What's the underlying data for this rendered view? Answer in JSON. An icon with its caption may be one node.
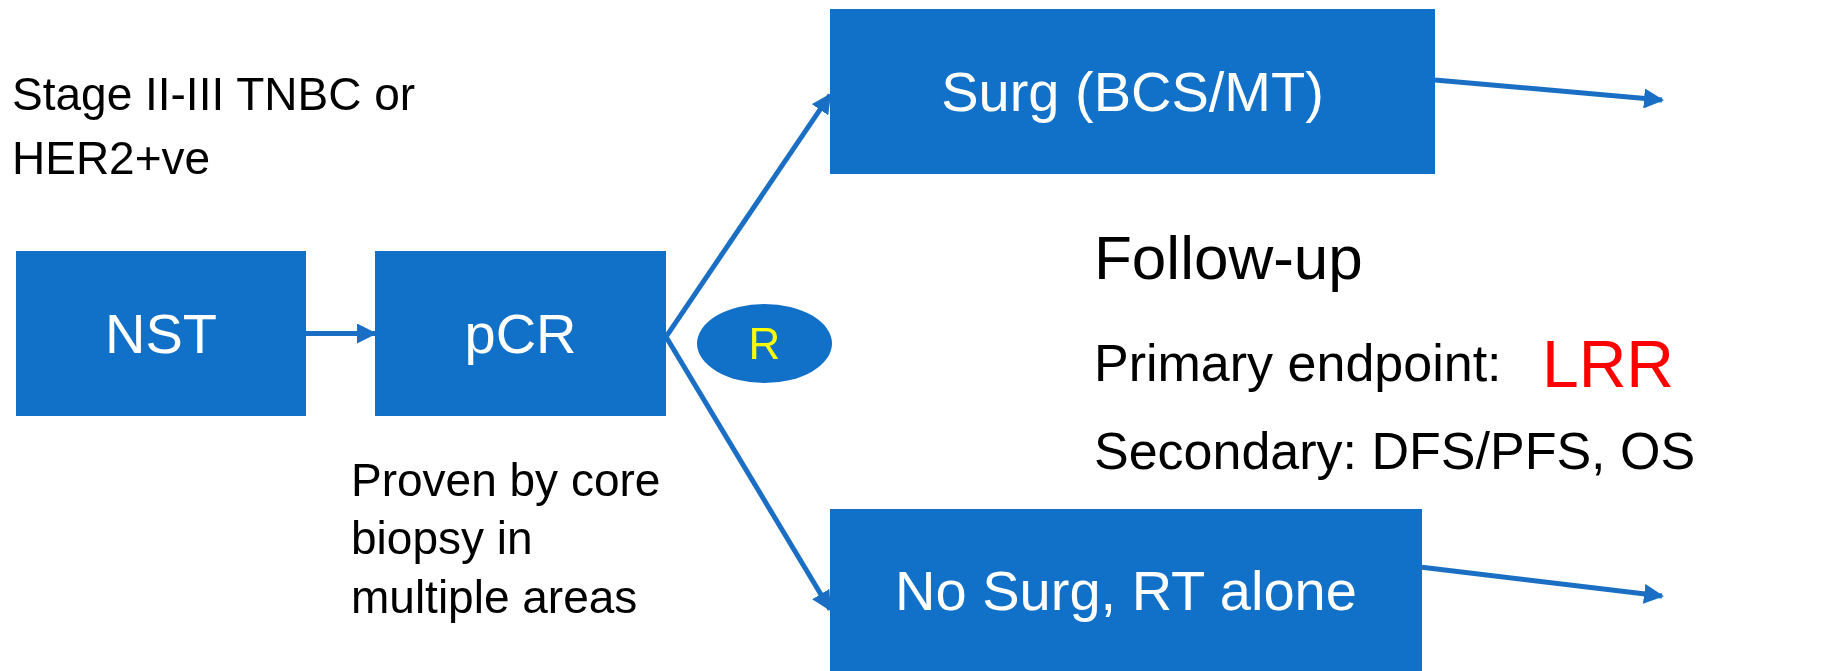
{
  "diagram": {
    "nodes": [
      {
        "text": [
          "NST"
        ]
      },
      {
        "text": [
          "pCR"
        ],
        "beside": [
          "Proven by core biopsy in multiple areas"
        ]
      },
      {
        "text": [
          "R"
        ]
      },
      {
        "text": [
          "Surg (BCS/MT)"
        ]
      },
      {
        "text": [
          "No Surg, RT alone"
        ]
      }
    ],
    "edges": [
      {
        "from": 0,
        "to": 1,
        "arrow": "to"
      },
      {
        "from": 1,
        "to": 3,
        "arrow": "to"
      },
      {
        "from": 1,
        "to": 4,
        "arrow": "to"
      },
      {
        "from": 3,
        "to": null,
        "arrow": "to"
      },
      {
        "from": 4,
        "to": null,
        "arrow": "to"
      }
    ],
    "labels": [
      "Stage II-III TNBC or HER2+ve",
      "Follow-up",
      "Primary endpoint:",
      "LRR",
      "Secondary: DFS/PFS, OS"
    ]
  }
}
